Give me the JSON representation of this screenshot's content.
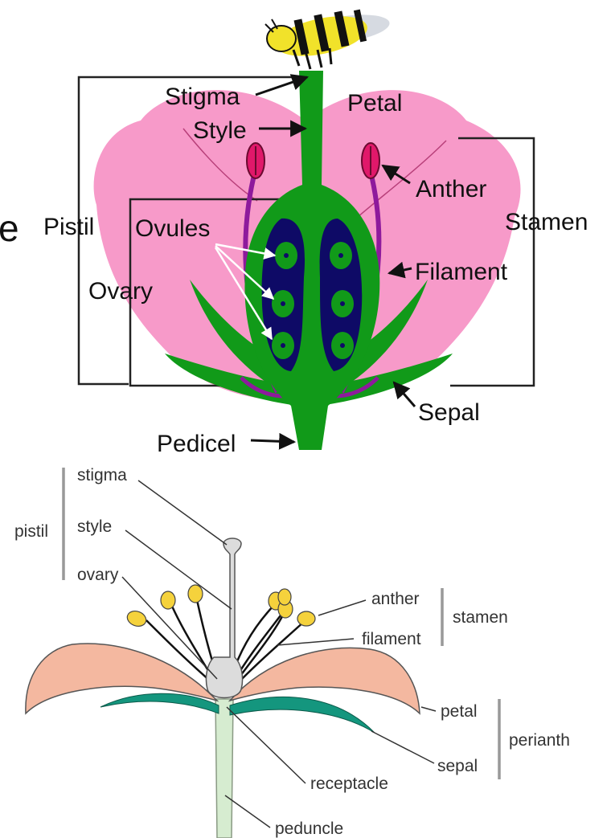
{
  "diagram_top": {
    "labels": {
      "stigma": "Stigma",
      "style": "Style",
      "petal": "Petal",
      "anther": "Anther",
      "stamen": "Stamen",
      "pistil": "Pistil",
      "ovules": "Ovules",
      "filament": "Filament",
      "ovary": "Ovary",
      "sepal": "Sepal",
      "pedicel": "Pedicel"
    },
    "colors": {
      "petal": "#f79ac9",
      "pistil": "#119a19",
      "ovule_chamber": "#0e0a66",
      "filament": "#8e1a9c",
      "anther": "#e0186a",
      "bee_yellow": "#f1e22a"
    }
  },
  "diagram_bottom": {
    "labels": {
      "stigma": "stigma",
      "pistil": "pistil",
      "style": "style",
      "ovary": "ovary",
      "anther": "anther",
      "stamen": "stamen",
      "filament": "filament",
      "petal": "petal",
      "perianth": "perianth",
      "sepal": "sepal",
      "receptacle": "receptacle",
      "peduncle": "peduncle"
    },
    "colors": {
      "petal": "#f4b8a0",
      "sepal": "#14967e",
      "pistil": "#dcdcdc",
      "anther": "#f5d23c",
      "stem": "#d6ecd0"
    }
  },
  "edge_glyph": "e"
}
